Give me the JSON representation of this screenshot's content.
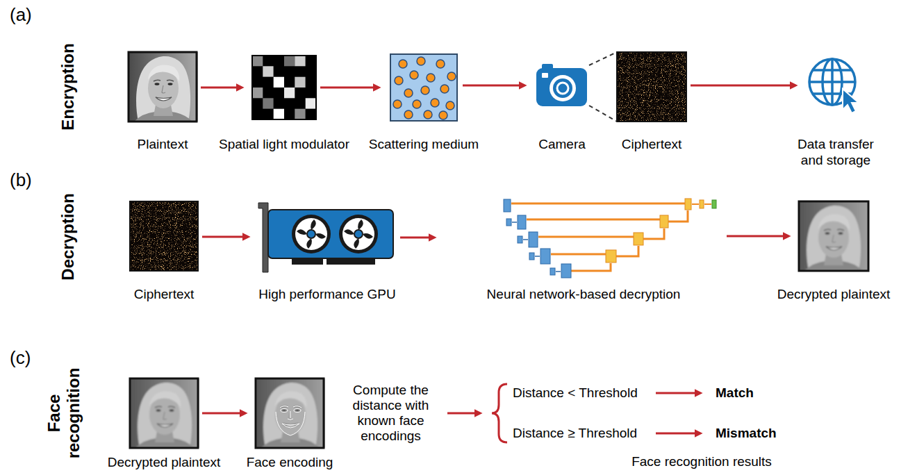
{
  "diagram": {
    "nodes": [
      {
        "text": [
          "Plaintext"
        ]
      },
      {
        "text": [
          "Spatial light modulator"
        ]
      },
      {
        "text": [
          "Scattering medium"
        ]
      },
      {
        "text": [
          "Camera"
        ]
      },
      {
        "text": [
          "Ciphertext"
        ]
      },
      {
        "text": [
          "Data transfer and storage"
        ]
      },
      {
        "text": [
          "Ciphertext"
        ]
      },
      {
        "text": [
          "High performance GPU"
        ]
      },
      {
        "text": [
          "Neural network-based decryption"
        ]
      },
      {
        "text": [
          "Decrypted plaintext"
        ]
      },
      {
        "text": [
          "Decrypted plaintext"
        ]
      },
      {
        "text": [
          "Face encoding"
        ]
      }
    ],
    "edges": [
      {
        "from": 0,
        "to": 1,
        "arrow": "to"
      },
      {
        "from": 1,
        "to": 2,
        "arrow": "to"
      },
      {
        "from": 2,
        "to": 3,
        "arrow": "to"
      },
      {
        "from": 3,
        "to": 4,
        "arrow": "none"
      },
      {
        "from": 4,
        "to": 5,
        "arrow": "to"
      },
      {
        "from": 6,
        "to": 7,
        "arrow": "to"
      },
      {
        "from": 7,
        "to": 8,
        "arrow": "to"
      },
      {
        "from": 8,
        "to": 9,
        "arrow": "to"
      },
      {
        "from": 10,
        "to": 11,
        "arrow": "to"
      }
    ],
    "labels": [
      "(a)",
      "Encryption",
      "(b)",
      "Decryption",
      "(c)",
      "Face recognition",
      "Compute the distance with known face encodings",
      "Distance < Threshold",
      "Match",
      "Distance ≥ Threshold",
      "Mismatch",
      "Face recognition results"
    ]
  }
}
